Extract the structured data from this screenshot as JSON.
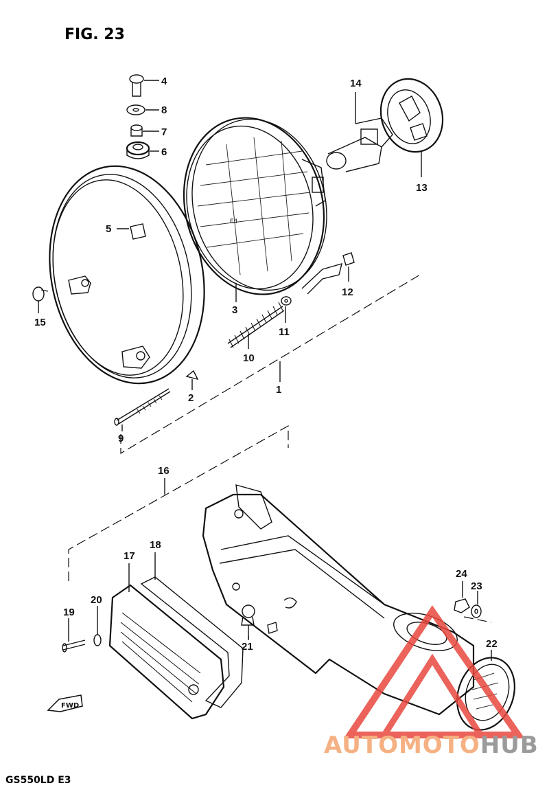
{
  "figure_title": "FIG. 23",
  "model_code": "GS550LD  E3",
  "fwd_tag": "FWD",
  "watermark": {
    "part1": "AUTOMOTO",
    "part2": "HUB",
    "color1": "#f5b183",
    "color2": "#9b9b9b",
    "triangle_color": "#e8483f"
  },
  "part_labels": {
    "p1": "1",
    "p2": "2",
    "p3": "3",
    "p4": "4",
    "p5": "5",
    "p6": "6",
    "p7": "7",
    "p8": "8",
    "p9": "9",
    "p10": "10",
    "p11": "11",
    "p12": "12",
    "p13": "13",
    "p14": "14",
    "p15": "15",
    "p16": "16",
    "p17": "17",
    "p18": "18",
    "p19": "19",
    "p20": "20",
    "p21": "21",
    "p22": "22",
    "p23": "23",
    "p24": "24"
  }
}
